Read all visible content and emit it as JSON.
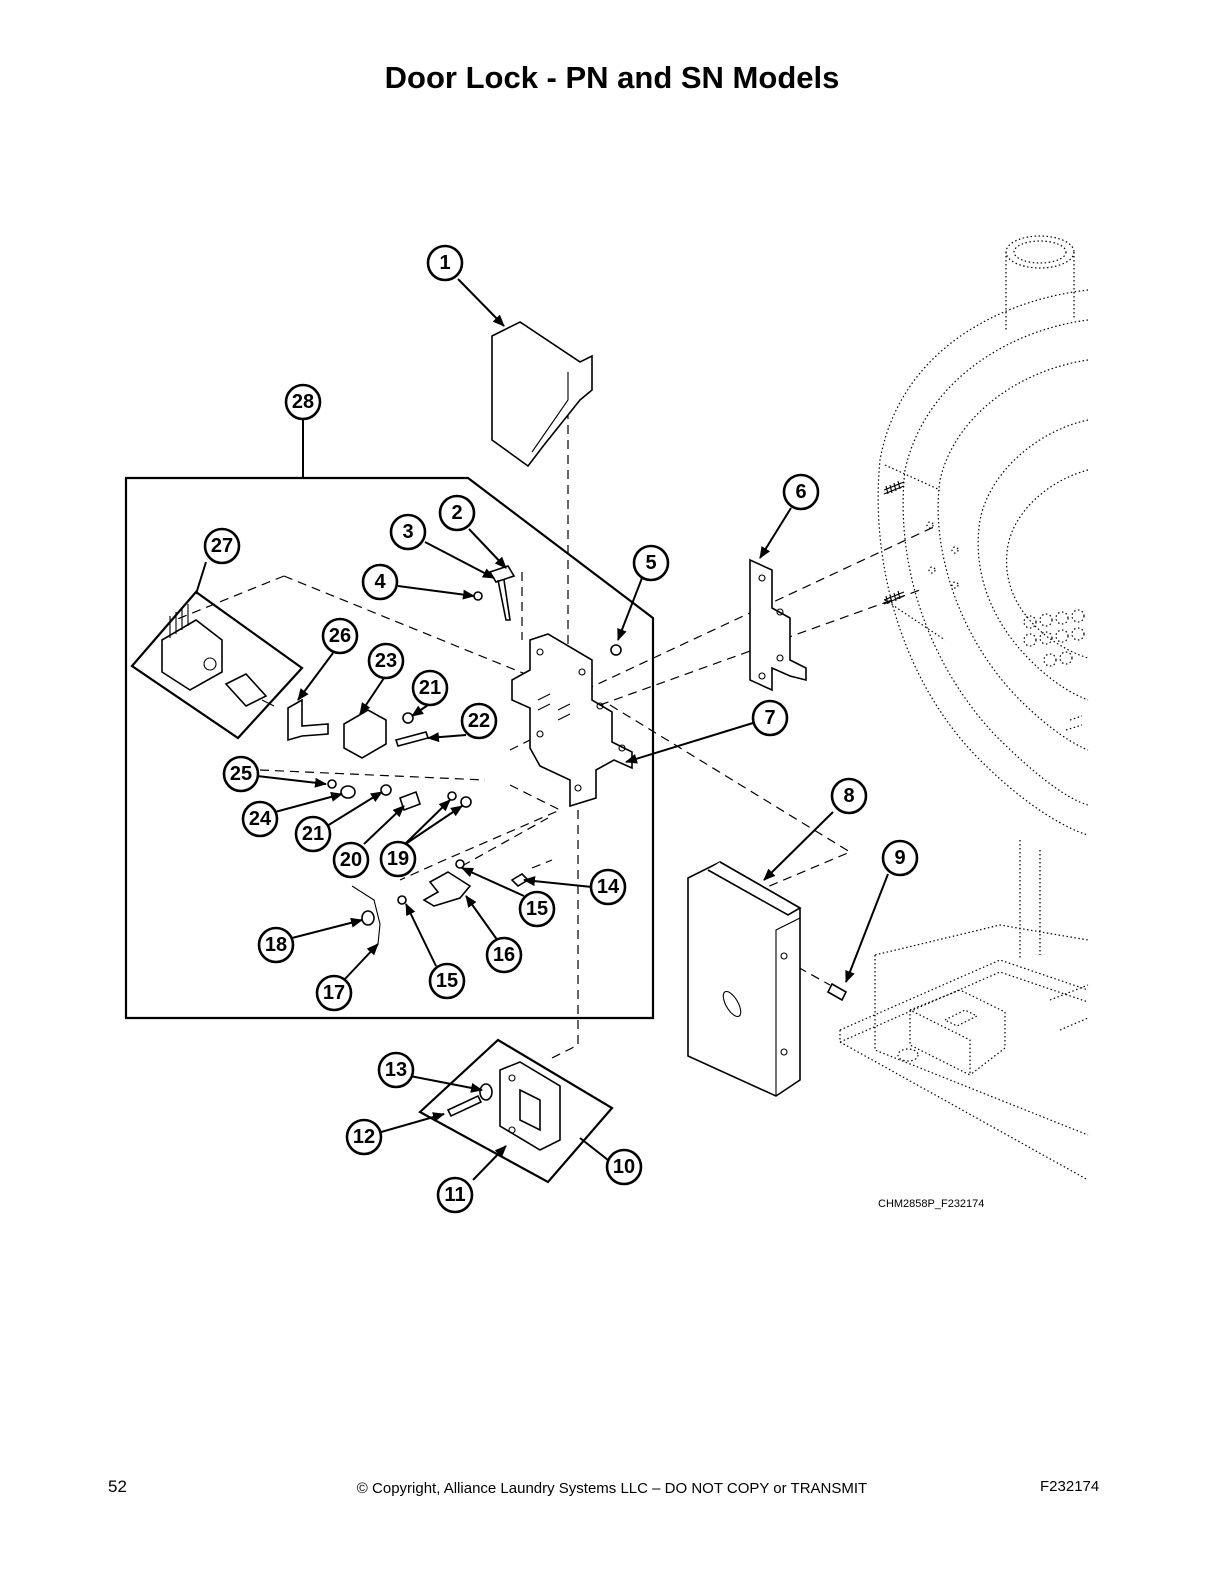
{
  "page": {
    "title": "Door Lock - PN and SN Models",
    "figure_id": "CHM2858P_F232174",
    "page_number": "52",
    "copyright": "© Copyright, Alliance Laundry Systems LLC – DO NOT COPY or TRANSMIT",
    "doc_code": "F232174"
  },
  "callouts": [
    "1",
    "2",
    "3",
    "4",
    "5",
    "6",
    "7",
    "8",
    "9",
    "10",
    "11",
    "12",
    "13",
    "14",
    "15",
    "15",
    "16",
    "17",
    "18",
    "19",
    "20",
    "21",
    "21",
    "22",
    "23",
    "24",
    "25",
    "26",
    "27",
    "28"
  ],
  "colors": {
    "ink": "#000000",
    "paper": "#ffffff"
  }
}
